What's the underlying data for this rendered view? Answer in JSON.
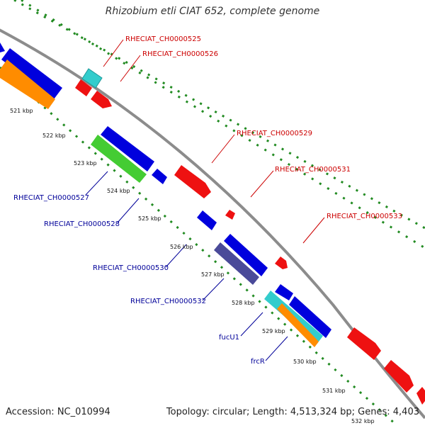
{
  "header": {
    "title": "Rhizobium etli CIAT 652, complete genome"
  },
  "footer": {
    "accession": "Accession: NC_010994",
    "summary": "Topology: circular; Length: 4,513,324 bp; Genes: 4,403"
  },
  "colors": {
    "backbone": "#8c8c8c",
    "ruler": "#228b22",
    "forward_label": "#cc0000",
    "reverse_label": "#000099"
  },
  "ticks": [
    "521 kbp",
    "522 kbp",
    "523 kbp",
    "524 kbp",
    "525 kbp",
    "526 kbp",
    "527 kbp",
    "528 kbp",
    "529 kbp",
    "530 kbp",
    "531 kbp",
    "532 kbp"
  ],
  "labels": {
    "forward": [
      "RHECIAT_CH0000525",
      "RHECIAT_CH0000526",
      "RHECIAT_CH0000529",
      "RHECIAT_CH0000531",
      "RHECIAT_CH0000533"
    ],
    "reverse": [
      "RHECIAT_CH0000527",
      "RHECIAT_CH0000528",
      "RHECIAT_CH0000530",
      "RHECIAT_CH0000532",
      "fucU1",
      "frcR"
    ]
  }
}
